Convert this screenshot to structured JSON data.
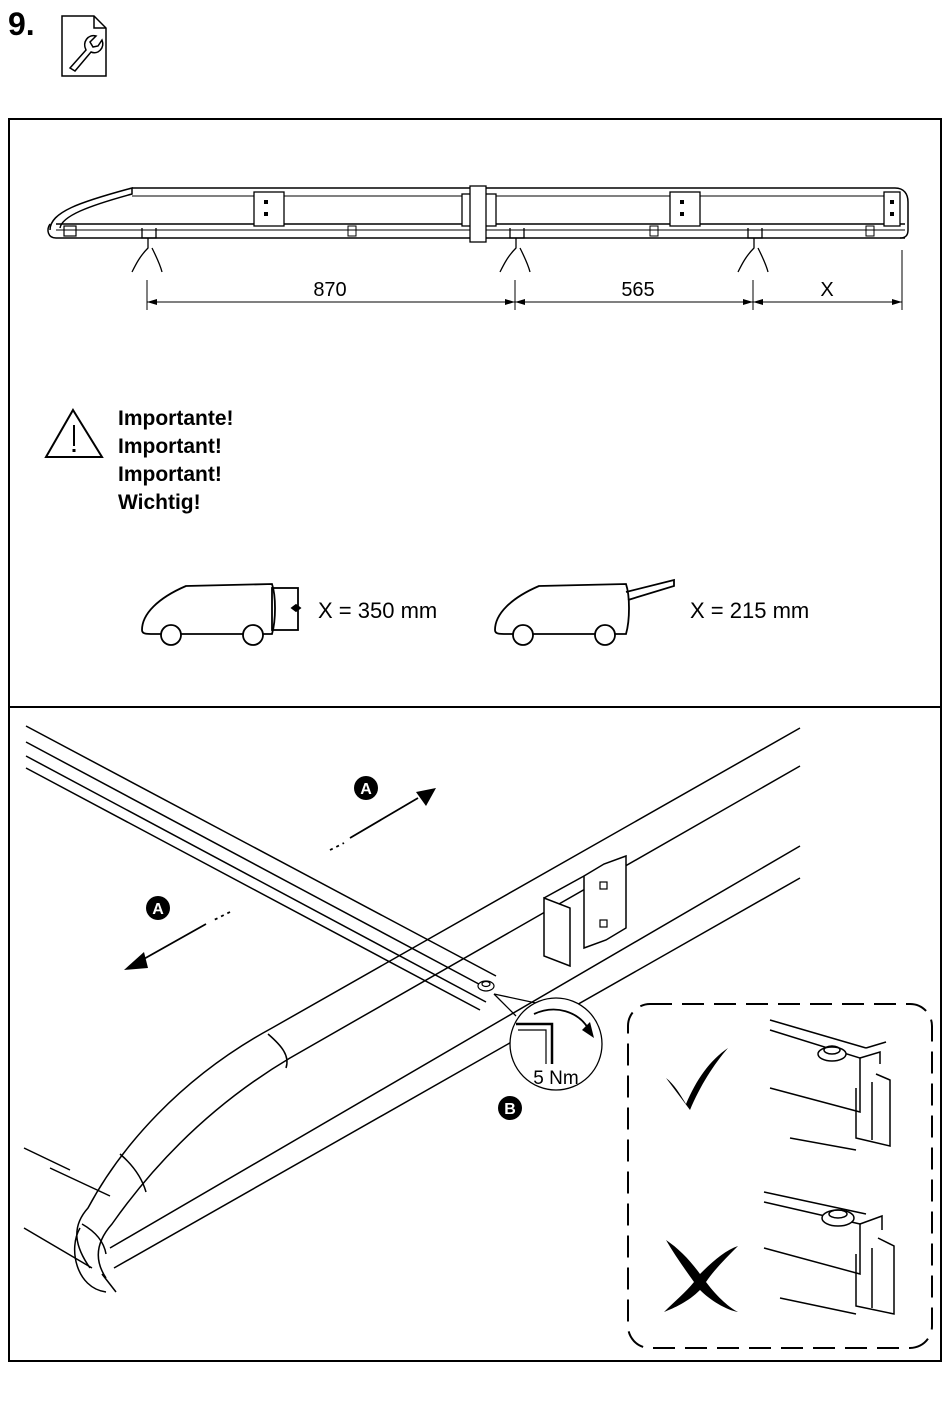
{
  "step": {
    "number": "9.",
    "icon": "document-wrench-icon"
  },
  "dimensions": {
    "first": "870",
    "second": "565",
    "third": "X"
  },
  "warning": {
    "icon": "warning-triangle-icon",
    "lines": [
      "Importante!",
      "Important!",
      "Important!",
      "Wichtig!"
    ]
  },
  "vehicles": {
    "with_towbar": {
      "icon": "van-with-towbar-box-icon",
      "label": "X = 350 mm"
    },
    "with_ladder": {
      "icon": "van-with-rear-ladder-icon",
      "label": "X = 215 mm"
    }
  },
  "detail": {
    "direction_marker": "A",
    "bolt_marker": "B",
    "torque": "5 Nm",
    "correct_icon": "checkmark-icon",
    "incorrect_icon": "cross-icon"
  }
}
